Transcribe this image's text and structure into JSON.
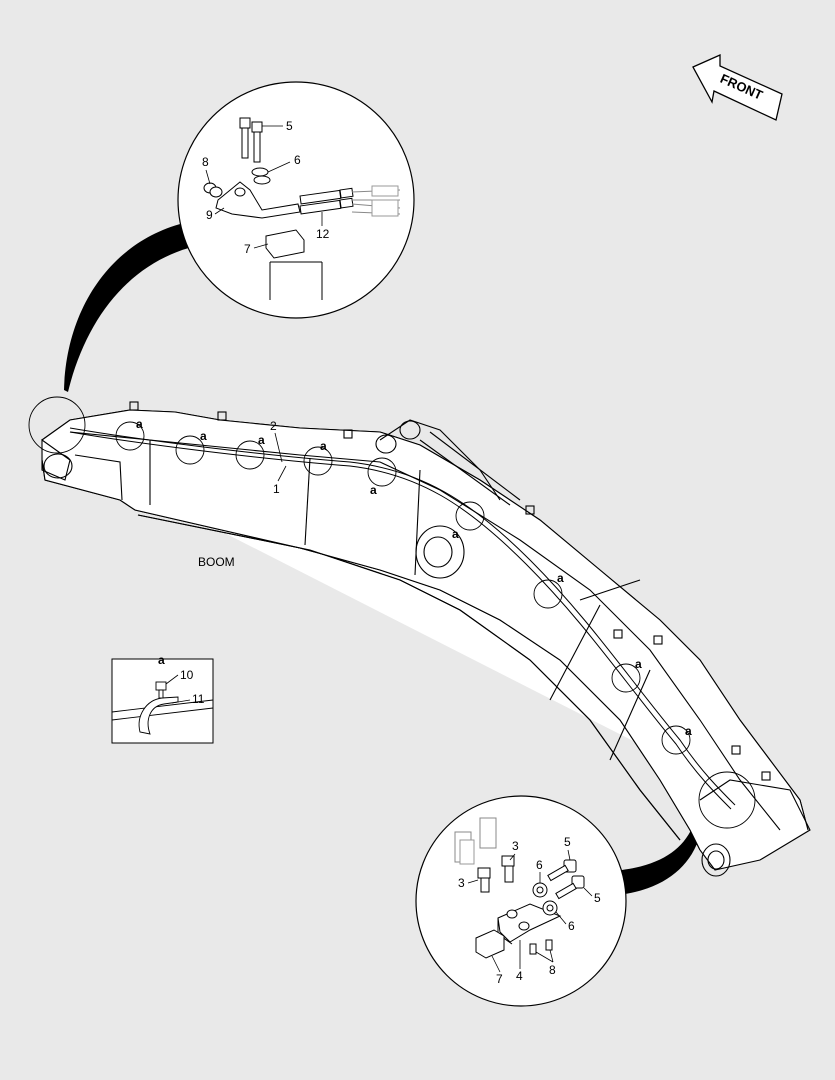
{
  "diagram": {
    "boom_label": "BOOM",
    "front_label": "FRONT",
    "detail_marker": "a",
    "part_numbers": {
      "p1": "1",
      "p2": "2",
      "p3": "3",
      "p4": "4",
      "p5": "5",
      "p6": "6",
      "p7": "7",
      "p8": "8",
      "p9": "9",
      "p10": "10",
      "p11": "11",
      "p12": "12"
    }
  }
}
